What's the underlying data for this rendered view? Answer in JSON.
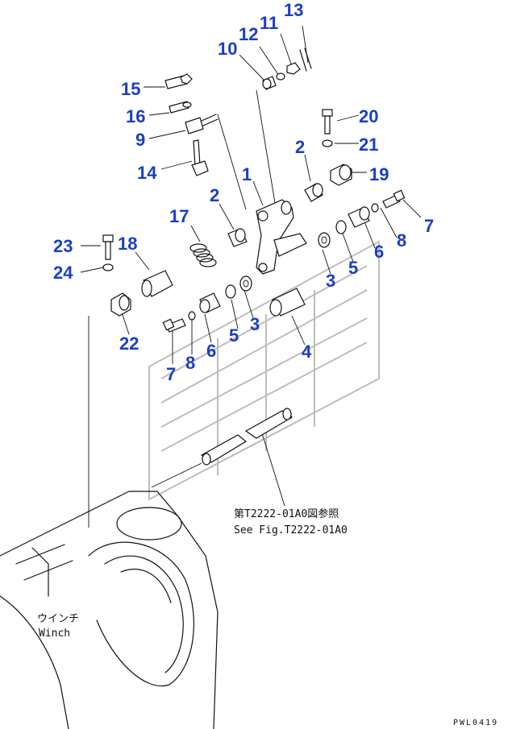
{
  "callouts": [
    {
      "id": "c13",
      "label": "13"
    },
    {
      "id": "c11",
      "label": "11"
    },
    {
      "id": "c12",
      "label": "12"
    },
    {
      "id": "c10",
      "label": "10"
    },
    {
      "id": "c15",
      "label": "15"
    },
    {
      "id": "c16",
      "label": "16"
    },
    {
      "id": "c9",
      "label": "9"
    },
    {
      "id": "c14",
      "label": "14"
    },
    {
      "id": "c20",
      "label": "20"
    },
    {
      "id": "c21",
      "label": "21"
    },
    {
      "id": "c2a",
      "label": "2"
    },
    {
      "id": "c19",
      "label": "19"
    },
    {
      "id": "c1",
      "label": "1"
    },
    {
      "id": "c2b",
      "label": "2"
    },
    {
      "id": "c17",
      "label": "17"
    },
    {
      "id": "c7a",
      "label": "7"
    },
    {
      "id": "c23",
      "label": "23"
    },
    {
      "id": "c18",
      "label": "18"
    },
    {
      "id": "c8a",
      "label": "8"
    },
    {
      "id": "c6a",
      "label": "6"
    },
    {
      "id": "c24",
      "label": "24"
    },
    {
      "id": "c5a",
      "label": "5"
    },
    {
      "id": "c3a",
      "label": "3"
    },
    {
      "id": "c3b",
      "label": "3"
    },
    {
      "id": "c5b",
      "label": "5"
    },
    {
      "id": "c22",
      "label": "22"
    },
    {
      "id": "c6b",
      "label": "6"
    },
    {
      "id": "c4",
      "label": "4"
    },
    {
      "id": "c8b",
      "label": "8"
    },
    {
      "id": "c7b",
      "label": "7"
    }
  ],
  "reference": {
    "japanese": "第T2222-01A0図参照",
    "english": "See Fig.T2222-01A0"
  },
  "winch": {
    "japanese": "ウインチ",
    "english": "Winch"
  },
  "drawing_code": "PWL0419",
  "colors": {
    "callout": "#1a3fc4",
    "line": "#111111"
  }
}
